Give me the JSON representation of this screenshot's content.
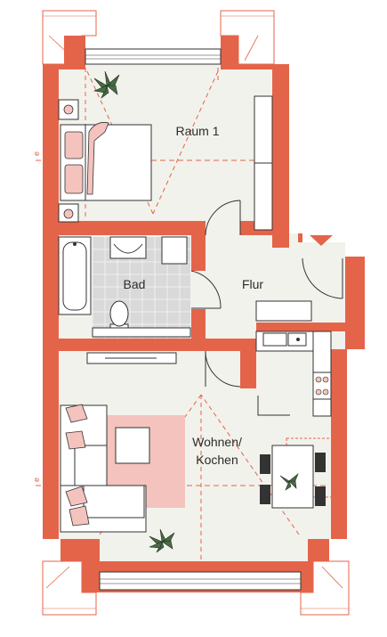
{
  "rooms": {
    "raum1": "Raum 1",
    "bad": "Bad",
    "flur": "Flur",
    "wohnen_line1": "Wohnen/",
    "wohnen_line2": "Kochen"
  },
  "section_marks": {
    "upper": "e",
    "lower": "e"
  },
  "colors": {
    "wall": "#e4644a",
    "floor": "#f2f2ec",
    "tile": "#d9d9d9",
    "dash": "#e4644a",
    "furniture_stroke": "#333333",
    "pillow": "#f4c3bd",
    "rug": "#f4c3bd",
    "plant": "#4a6b44"
  }
}
